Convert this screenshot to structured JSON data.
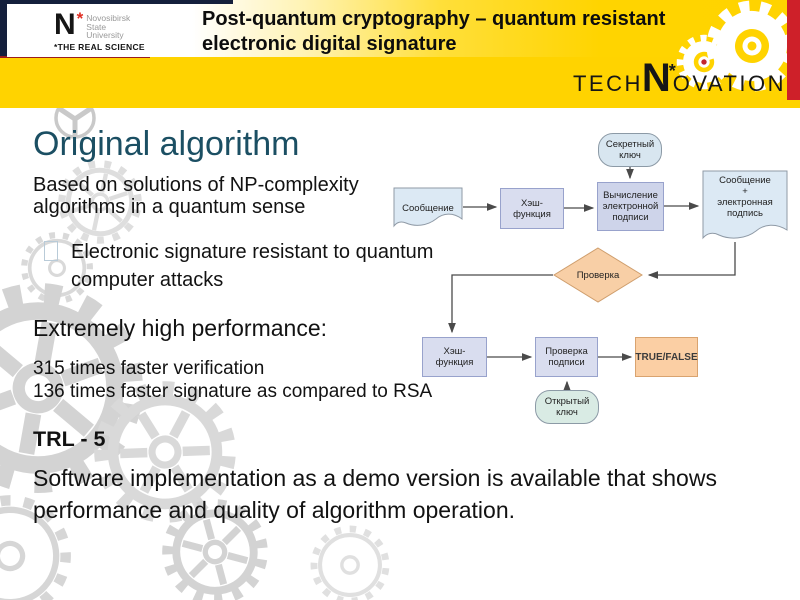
{
  "header": {
    "logo": {
      "n": "N",
      "asterisk": "*",
      "org_lines": [
        "Novosibirsk",
        "State",
        "University"
      ],
      "tagline": "*THE REAL SCIENCE"
    },
    "title": "Post-quantum cryptography – quantum resistant\nelectronic digital signature",
    "brand": {
      "tech": "TECH",
      "n": "N",
      "asterisk": "*",
      "ovation": "OVATION"
    }
  },
  "content": {
    "heading": "Original algorithm",
    "subheading": "Based on solutions of NP-complexity\nalgorithms in a quantum sense",
    "bullet": "Electronic signature resistant to quantum\ncomputer attacks",
    "performance_title": "Extremely high performance:",
    "performance_lines": [
      "315 times faster verification",
      "136 times faster signature as compared to RSA"
    ],
    "trl": "TRL - 5",
    "description": "Software implementation as a demo version is available that shows\nperformance and quality of algorithm operation."
  },
  "flowchart": {
    "nodes": {
      "secret_key": "Секретный\nключ",
      "message": "Сообщение",
      "hash_sign": "Хэш-\nфункция",
      "compute_signature": "Вычисление\nэлектронной\nподписи",
      "message_signature": "Сообщение\n+\nэлектронная\nподпись",
      "check": "Проверка",
      "hash_verify": "Хэш-\nфункция",
      "verify_signature": "Проверка\nподписи",
      "result": "TRUE/FALSE",
      "public_key": "Открытый\nключ"
    }
  },
  "colors": {
    "yellow": "#FFD300",
    "red": "#CE2029",
    "navy": "#141F3C",
    "heading_teal": "#1B4F63",
    "lavender_fill": "#D9DDEF",
    "lavender_border": "#98A2CC",
    "peach_fill": "#FBCFA4",
    "peach_border": "#D9A36F",
    "document_fill": "#DCE9F4",
    "stadium_blue_fill": "#D8E6F0",
    "stadium_green_fill": "#D9EBE4",
    "watermark_gray": "#D6D6D6",
    "connector": "#4A4A4A"
  }
}
